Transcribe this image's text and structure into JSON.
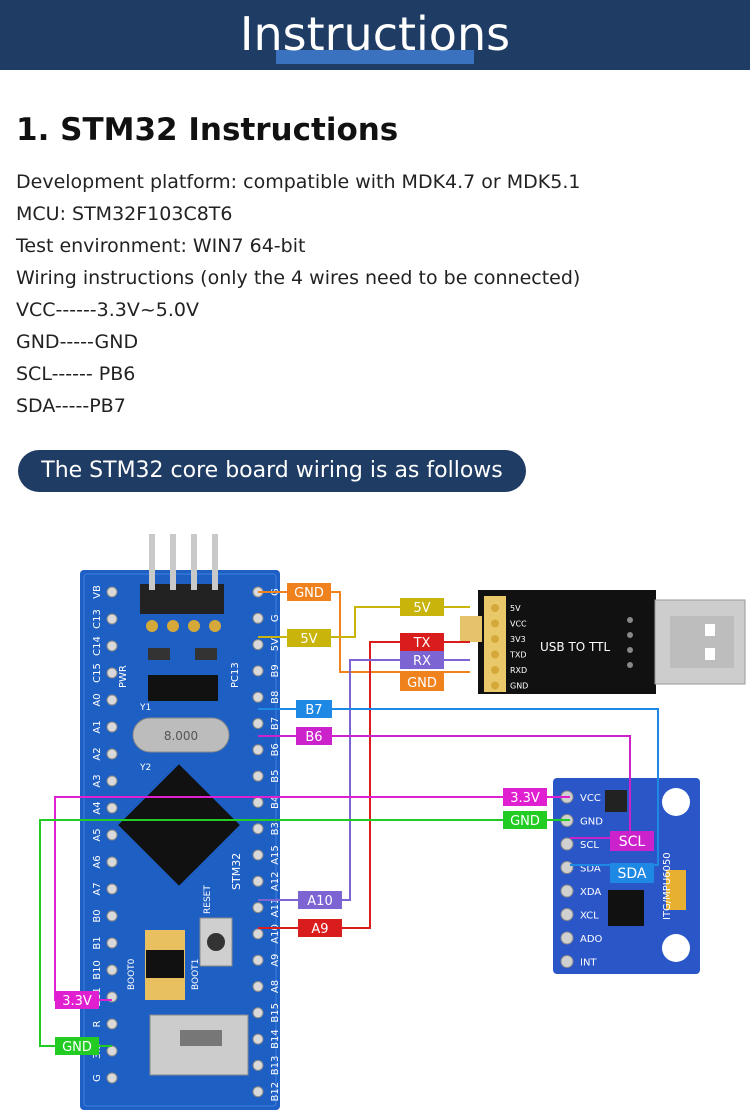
{
  "banner": {
    "title": "Instructions"
  },
  "section": {
    "title": "1. STM32 Instructions"
  },
  "specs": [
    "Development platform: compatible with MDK4.7 or MDK5.1",
    "MCU: STM32F103C8T6",
    "Test environment: WIN7 64-bit",
    "Wiring instructions (only the 4 wires need to be connected)",
    "VCC------3.3V~5.0V",
    "GND-----GND",
    "SCL------ PB6",
    "SDA-----PB7"
  ],
  "pill": {
    "label": "The STM32 core board wiring is as follows"
  },
  "colors": {
    "banner": "#1f3c64",
    "accent": "#3a72c0",
    "gnd_orange": "#f0821e",
    "v5_yellow": "#c8b40a",
    "tx_red": "#d91c1c",
    "rx_purple": "#7c64d2",
    "b7_blue": "#1e88e5",
    "b6_magenta": "#cc22cc",
    "v33_magenta": "#e020d0",
    "gnd_green": "#22cc22"
  },
  "wire_labels": {
    "gnd_top": "GND",
    "v5_left": "5V",
    "v5_right": "5V",
    "tx": "TX",
    "rx": "RX",
    "gnd_usb": "GND",
    "b7": "B7",
    "b6": "B6",
    "v33_right": "3.3V",
    "gnd_right": "GND",
    "scl": "SCL",
    "sda": "SDA",
    "a10": "A10",
    "a9": "A9",
    "v33_left": "3.3V",
    "gnd_left": "GND"
  },
  "board": {
    "left_pins": [
      "VB",
      "C13",
      "C14",
      "C15",
      "A0",
      "A1",
      "A2",
      "A3",
      "A4",
      "A5",
      "A6",
      "A7",
      "B0",
      "B1",
      "B10",
      "B11",
      "R",
      "3.3",
      "G"
    ],
    "right_pins": [
      "G",
      "G",
      "5V",
      "B9",
      "B8",
      "B7",
      "B6",
      "B5",
      "B4",
      "B3",
      "A15",
      "A12",
      "A11",
      "A10",
      "A9",
      "A8",
      "B15",
      "B14",
      "B13",
      "B12"
    ],
    "chip_label": "STM32",
    "pwr_label": "PWR",
    "pc13_label": "PC13",
    "reset_label": "RESET",
    "boot0_label": "BOOT0",
    "boot1_label": "BOOT1",
    "crystal_label": "8.000",
    "y1_label": "Y1",
    "y2_label": "Y2"
  },
  "usb_ttl": {
    "title": "USB TO TTL",
    "pins": [
      "5V",
      "VCC",
      "3V3",
      "TXD",
      "RXD",
      "GND"
    ]
  },
  "mpu": {
    "pins": [
      "VCC",
      "GND",
      "SCL",
      "SDA",
      "XDA",
      "XCL",
      "ADO",
      "INT"
    ],
    "model": "ITG/MPU6050"
  }
}
